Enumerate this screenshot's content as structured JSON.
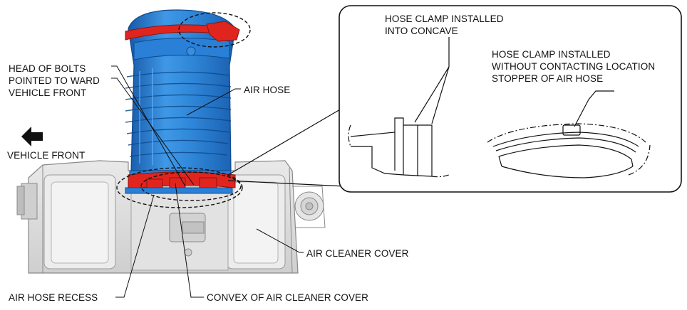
{
  "labels": {
    "head_of_bolts": "HEAD OF BOLTS\nPOINTED TO WARD\nVEHICLE FRONT",
    "air_hose": "AIR HOSE",
    "vehicle_front": "VEHICLE FRONT",
    "air_cleaner_cover": "AIR CLEANER COVER",
    "air_hose_recess": "AIR HOSE RECESS",
    "convex_of_air_cleaner_cover": "CONVEX OF AIR CLEANER COVER",
    "clamp_into_concave": "HOSE CLAMP INSTALLED\nINTO CONCAVE",
    "clamp_without_contact": "HOSE CLAMP INSTALLED\nWITHOUT CONTACTING LOCATION\nSTOPPER OF AIR HOSE"
  },
  "colors": {
    "hose_blue": "#2a82d8",
    "hose_dark": "#1a5fb0",
    "clamp_red": "#e0251f",
    "cover_gray": "#d6d6d6",
    "line": "#111111"
  },
  "icons": {
    "direction_arrow": "arrow-left-icon"
  }
}
